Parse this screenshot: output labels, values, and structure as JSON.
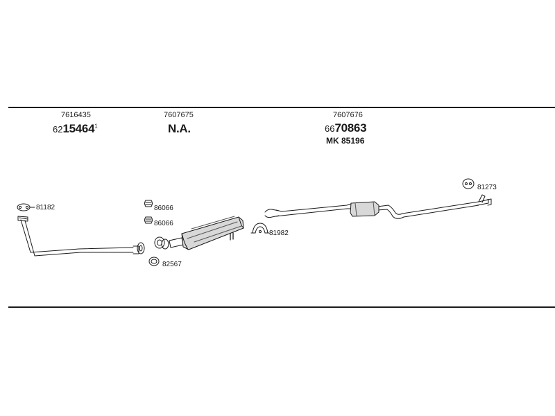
{
  "colors": {
    "line": "#1a1a1a",
    "background": "#ffffff"
  },
  "groups": [
    {
      "code": "7616435",
      "prefix": "62",
      "main": "15464",
      "suffix": "1"
    },
    {
      "code": "7607675",
      "main": "N.A."
    },
    {
      "code": "7607676",
      "prefix": "66",
      "main": "70863",
      "mk": "MK 85196"
    }
  ],
  "parts": {
    "gasket_front": "81182",
    "spring_1": "86066",
    "spring_2": "86066",
    "ring": "82567",
    "clamp": "81982",
    "rubber_mount": "81273"
  }
}
